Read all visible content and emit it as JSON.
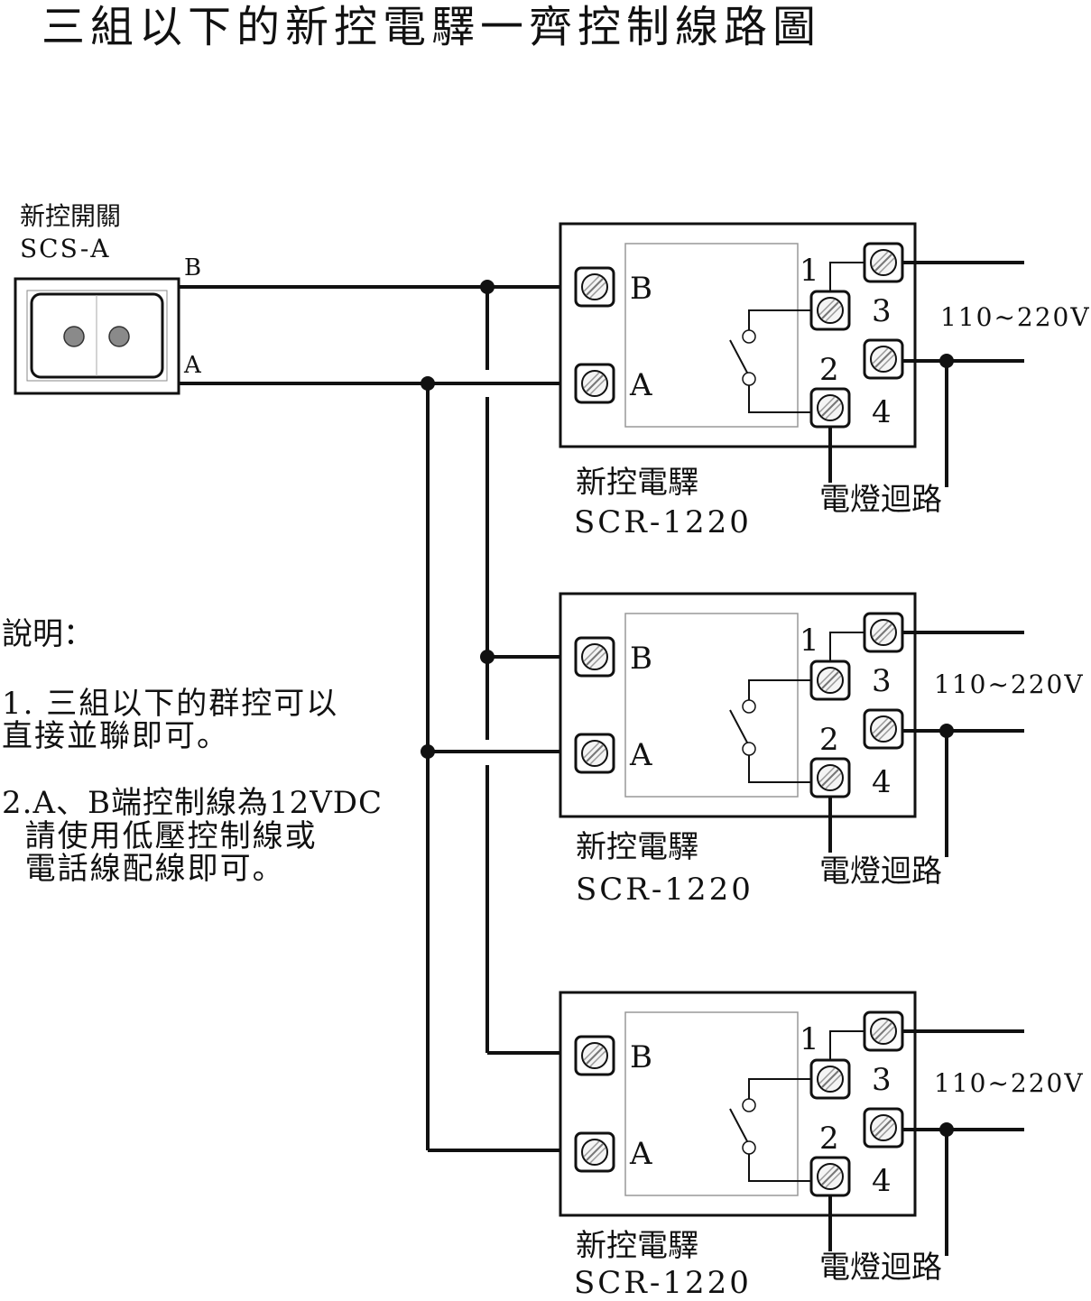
{
  "title": "三組以下的新控電驛一齊控制線路圖",
  "switch": {
    "name": "新控開關",
    "model": "SCS-A",
    "terminal_b": "B",
    "terminal_a": "A"
  },
  "relays": [
    {
      "name": "新控電驛",
      "model": "SCR-1220",
      "term_b": "B",
      "term_a": "A",
      "pin1": "1",
      "pin2": "2",
      "pin3": "3",
      "pin4": "4",
      "voltage": "110~220V",
      "circuit": "電燈迴路"
    },
    {
      "name": "新控電驛",
      "model": "SCR-1220",
      "term_b": "B",
      "term_a": "A",
      "pin1": "1",
      "pin2": "2",
      "pin3": "3",
      "pin4": "4",
      "voltage": "110~220V",
      "circuit": "電燈迴路"
    },
    {
      "name": "新控電驛",
      "model": "SCR-1220",
      "term_b": "B",
      "term_a": "A",
      "pin1": "1",
      "pin2": "2",
      "pin3": "3",
      "pin4": "4",
      "voltage": "110~220V",
      "circuit": "電燈迴路"
    }
  ],
  "notes": {
    "heading": "說明：",
    "item1_line1": "1. 三組以下的群控可以",
    "item1_line2": "直接並聯即可。",
    "item2_line1": "2.A、B端控制線為12VDC",
    "item2_line2": "  請使用低壓控制線或",
    "item2_line3": "  電話線配線即可。"
  },
  "colors": {
    "line": "#111111",
    "screw_fill": "#f4f4f4",
    "button": "#8a8a8a"
  }
}
